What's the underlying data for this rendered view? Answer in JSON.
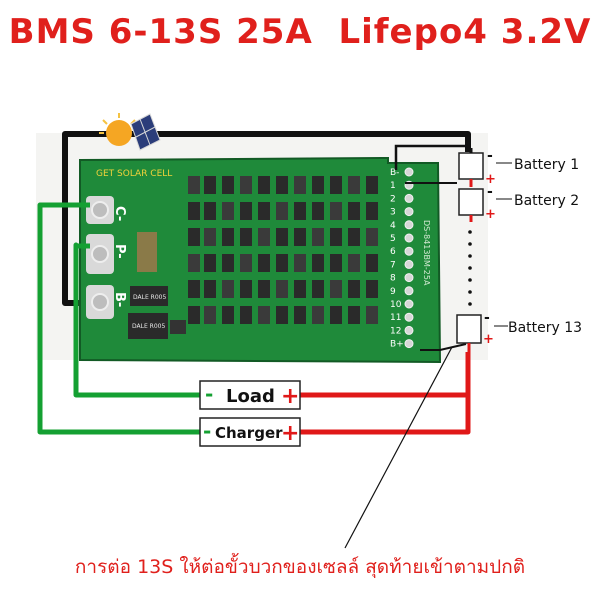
{
  "title": "BMS 6-13S 25A  Lifepo4 3.2V",
  "board": {
    "brand_label": "GET SOLAR CELL",
    "pads": {
      "c_minus": "C-",
      "p_minus": "P-",
      "b_minus": "B-"
    },
    "shunt_labels": [
      "DALE R005",
      "DALE R005"
    ],
    "header_pins": [
      "B-",
      "1",
      "2",
      "3",
      "4",
      "5",
      "6",
      "7",
      "8",
      "9",
      "10",
      "11",
      "12",
      "B+"
    ],
    "silk_text": "DS-8413BM-25A"
  },
  "batteries": {
    "battery_1": "Battery 1",
    "battery_2": "Battery 2",
    "battery_13": "Battery 13",
    "minus_sign": "-",
    "plus_sign": "+"
  },
  "connectors": {
    "load_label": "Load",
    "charger_label": "Charger",
    "minus_sign": "-",
    "plus_sign": "+"
  },
  "note": "การต่อ 13S ให้ต่อขั้วบวกของเซลล์ สุดท้ายเข้าตามปกติ",
  "colors": {
    "title_red": "#e0201c",
    "pcb_green": "#1f8a3a",
    "wire_green": "#14a032",
    "wire_red": "#e01818",
    "wire_black": "#111111"
  }
}
